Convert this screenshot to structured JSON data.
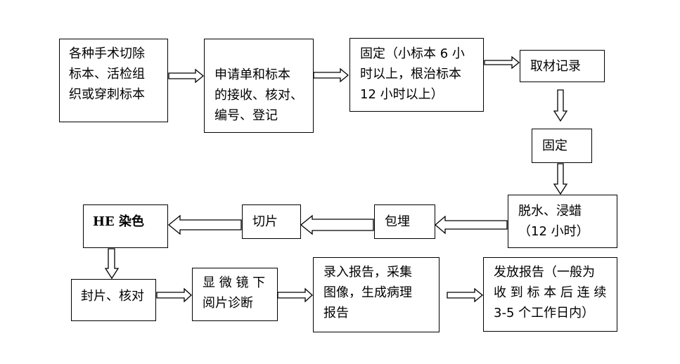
{
  "flow": {
    "step1": [
      "各种手术切除",
      "标本、活检组",
      "织或穿刺标本"
    ],
    "step2": [
      "申请单和标本",
      "的接收、核对、",
      "编号、登记"
    ],
    "step3": [
      "固定（小标本 6 小",
      "时以上，根治标本",
      "12 小时以上）"
    ],
    "step4": [
      "取材记录"
    ],
    "step5": [
      "固定"
    ],
    "step6": [
      "脱水、浸蜡",
      "（12 小时）"
    ],
    "step7": [
      "包埋"
    ],
    "step8": [
      "切片"
    ],
    "step9": [
      "HE 染色"
    ],
    "step10": [
      "封片、核对"
    ],
    "step11": [
      "显 微 镜 下",
      "阅片诊断"
    ],
    "step12": [
      "录入报告，采集",
      "图像，生成病理",
      "报告"
    ],
    "step13": [
      "发放报告（一般为",
      "收 到 标 本 后 连 续",
      "3-5 个工作日内）"
    ]
  }
}
